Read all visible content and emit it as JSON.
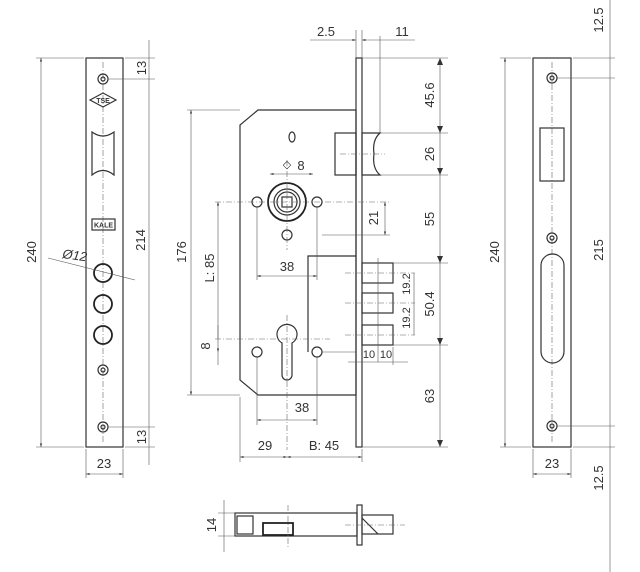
{
  "title": "Mortise lock technical drawing",
  "front_plate": {
    "height": "240",
    "hole_span": "214",
    "top_offset": "13",
    "bottom_offset": "13",
    "width": "23",
    "hole_diameter": "Ø12",
    "logos": [
      "TSE",
      "KALE"
    ]
  },
  "lock_body": {
    "faceplate_thickness": "2.5",
    "latch_projection": "11",
    "height": "176",
    "center_distance": "L: 85",
    "cylinder_offset": "8",
    "handle_hole_spacing": "38",
    "cylinder_hole_spacing": "38",
    "spindle_square": "8",
    "spindle_screw_offset": "21",
    "edge_to_body": "29",
    "backset": "B: 45",
    "top_to_latch": "45.6",
    "latch_height": "26",
    "latch_to_bolt": "55",
    "bolt_span": "50.4",
    "bolt_pitch_a": "19.2",
    "bolt_pitch_b": "19.2",
    "bottom_offset": "63",
    "bolt_projection_a": "10",
    "bolt_projection_b": "10"
  },
  "strike_plate": {
    "height": "240",
    "hole_span": "215",
    "top_offset": "12.5",
    "bottom_offset": "12.5",
    "width": "23"
  },
  "side_view": {
    "thickness": "14"
  }
}
